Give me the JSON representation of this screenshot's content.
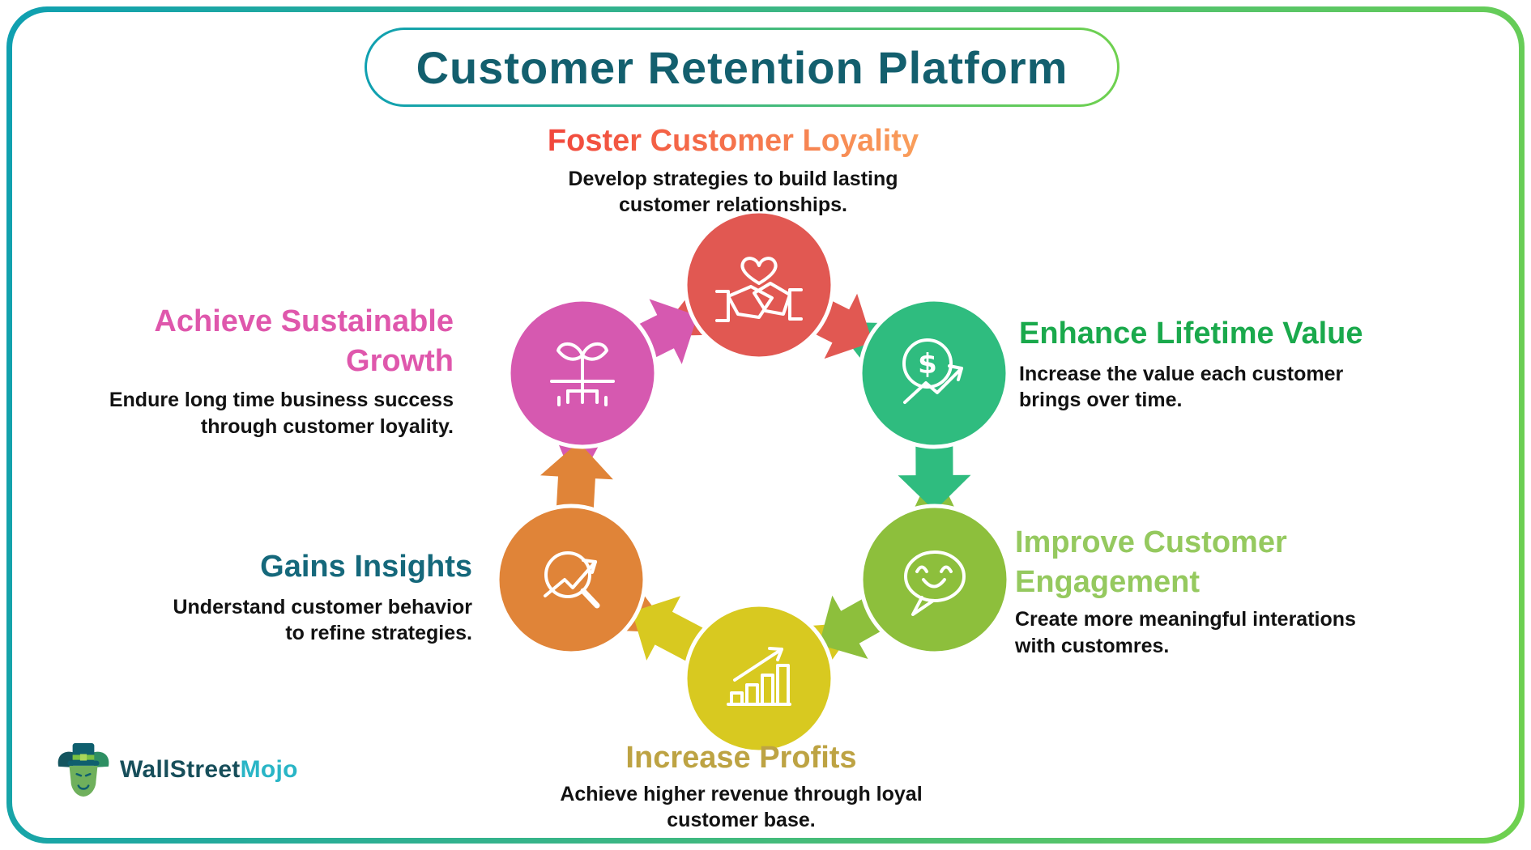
{
  "title": "Customer Retention Platform",
  "nodes": [
    {
      "id": "loyalty",
      "heading": "Foster Customer Loyality",
      "description": "Develop strategies to build lasting\ncustomer relationships.",
      "icon": "handshake-heart-icon"
    },
    {
      "id": "lifetime",
      "heading": "Enhance Lifetime Value",
      "description": "Increase the value each customer\nbrings over time.",
      "icon": "dollar-growth-icon"
    },
    {
      "id": "engagement",
      "heading": "Improve Customer\nEngagement",
      "description": "Create more meaningful interations\nwith customres.",
      "icon": "smiley-chat-bubble-icon"
    },
    {
      "id": "profits",
      "heading": "Increase Profits",
      "description": "Achieve higher revenue through loyal\ncustomer base.",
      "icon": "bar-chart-growth-icon"
    },
    {
      "id": "insights",
      "heading": "Gains Insights",
      "description": "Understand customer behavior\nto refine strategies.",
      "icon": "magnifier-trend-icon"
    },
    {
      "id": "growth",
      "heading": "Achieve Sustainable\nGrowth",
      "description": "Endure long time business success\nthrough customer loyality.",
      "icon": "sprout-roots-icon"
    }
  ],
  "logo": {
    "wallstreet": "WallStreet",
    "mojo": "Mojo",
    "icon": "bull-mascot-icon"
  },
  "colors": {
    "frame_start": "#0FA0B1",
    "frame_end": "#6FD14F",
    "title_text": "#135F6E",
    "node_red": "#E15852",
    "node_green": "#2FBC7F",
    "node_lightgreen": "#8DBF3C",
    "node_yellow": "#D8C920",
    "node_orange": "#E08438",
    "node_pink": "#D659B0",
    "heading_foster_start": "#F1473C",
    "heading_foster_end": "#F99E5B",
    "heading_foster_fallback": "#F4713F",
    "heading_lifetime": "#1AA94C",
    "heading_engagement": "#95C95F",
    "heading_profits": "#BDA343",
    "heading_insights": "#15687B",
    "heading_growth": "#DF57AC",
    "body_text": "#121212",
    "icon_stroke": "#FFFFFF",
    "logo_wallstreet": "#174E5A",
    "logo_mojo": "#29B5C6"
  }
}
